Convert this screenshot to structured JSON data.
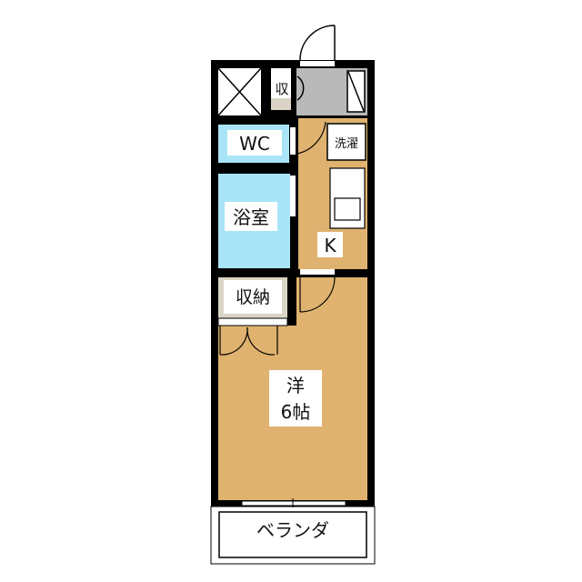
{
  "rooms": {
    "storage_small": "収",
    "wc": "WC",
    "washer": "洗濯",
    "bath": "浴室",
    "kitchen": "K",
    "closet": "収納",
    "western_room_type": "洋",
    "western_room_size": "6帖",
    "balcony": "ベランダ"
  },
  "colors": {
    "wall": "#000000",
    "floor_wood": "#dfb26f",
    "wet_area": "#a9e5f7",
    "entrance": "#b9b9b9",
    "closet": "#d9d4c4"
  }
}
